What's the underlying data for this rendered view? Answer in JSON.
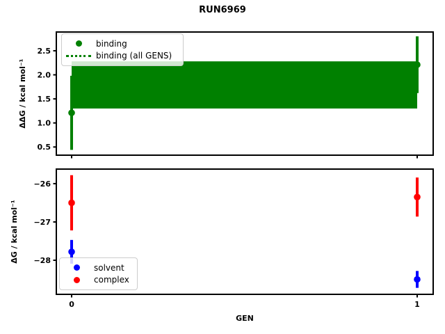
{
  "figure": {
    "title": "RUN6969",
    "background": "#ffffff",
    "text_color": "#000000"
  },
  "chart_data": [
    {
      "type": "errorbar",
      "title": "",
      "xlabel": "",
      "ylabel": "ΔΔG / kcal mol⁻¹",
      "xlim": [
        -0.0443,
        1.0463
      ],
      "ylim": [
        0.33,
        2.89
      ],
      "yticks": [
        0.5,
        1.0,
        1.5,
        2.0,
        2.5
      ],
      "ytick_labels": [
        "0.5",
        "1.0",
        "1.5",
        "2.0",
        "2.5"
      ],
      "xticks": [
        0,
        1
      ],
      "xtick_labels": [
        "",
        ""
      ],
      "grid": false,
      "legend": {
        "position": "upper-left",
        "entries": [
          {
            "label": "binding",
            "glyph": "dot",
            "color": "#008000"
          },
          {
            "label": "binding (all GENS)",
            "glyph": "dotted-line",
            "color": "#008000"
          }
        ]
      },
      "series": [
        {
          "name": "binding",
          "color": "#008000",
          "x": [
            0,
            1
          ],
          "y": [
            1.21,
            2.21
          ],
          "yerr": [
            0.77,
            0.59
          ]
        }
      ],
      "band": {
        "name": "binding (all GENS)",
        "x": [
          0,
          1
        ],
        "lo": 1.3,
        "hi": 2.28,
        "color": "#008000"
      }
    },
    {
      "type": "errorbar",
      "title": "",
      "xlabel": "GEN",
      "ylabel": "ΔG / kcal mol⁻¹",
      "xlim": [
        -0.0443,
        1.0463
      ],
      "ylim": [
        -28.89,
        -25.62
      ],
      "yticks": [
        -26,
        -27,
        -28
      ],
      "ytick_labels": [
        "−26",
        "−27",
        "−28"
      ],
      "xticks": [
        0,
        1
      ],
      "xtick_labels": [
        "0",
        "1"
      ],
      "grid": false,
      "legend": {
        "position": "lower-left",
        "entries": [
          {
            "label": "solvent",
            "glyph": "dot",
            "color": "#0000ff"
          },
          {
            "label": "complex",
            "glyph": "dot",
            "color": "#ff0000"
          }
        ]
      },
      "series": [
        {
          "name": "solvent",
          "color": "#0000ff",
          "x": [
            0,
            1
          ],
          "y": [
            -27.78,
            -28.5
          ],
          "yerr": [
            0.31,
            0.22
          ]
        },
        {
          "name": "complex",
          "color": "#ff0000",
          "x": [
            0,
            1
          ],
          "y": [
            -26.5,
            -26.35
          ],
          "yerr": [
            0.72,
            0.51
          ]
        }
      ]
    }
  ]
}
